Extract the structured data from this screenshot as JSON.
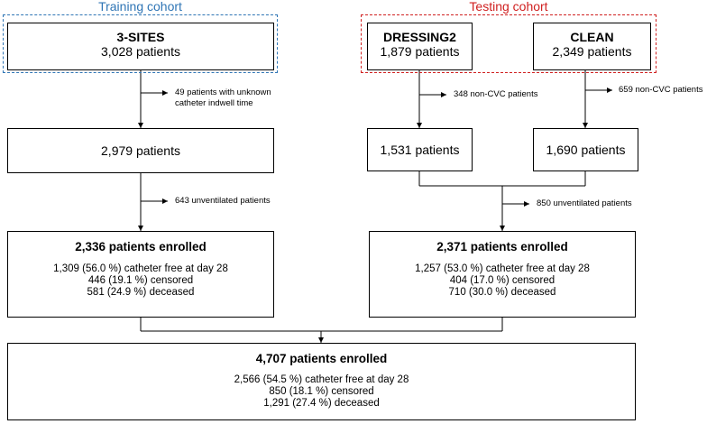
{
  "colors": {
    "training": "#2f75b5",
    "testing": "#d02020",
    "line": "#000000"
  },
  "cohorts": {
    "training_label": "Training cohort",
    "testing_label": "Testing cohort"
  },
  "training": {
    "source": {
      "name": "3-SITES",
      "count": "3,028 patients"
    },
    "exclusion1": {
      "line1": "49 patients with unknown",
      "line2": "catheter indwell time"
    },
    "after1": "2,979 patients",
    "exclusion2": "643 unventilated patients",
    "enrolled": {
      "title": "2,336 patients enrolled",
      "line1": "1,309 (56.0 %) catheter free at day 28",
      "line2": "446 (19.1 %) censored",
      "line3": "581 (24.9 %) deceased"
    }
  },
  "testing": {
    "dressing2": {
      "name": "DRESSING2",
      "count": "1,879 patients"
    },
    "clean": {
      "name": "CLEAN",
      "count": "2,349 patients"
    },
    "exclusion_dressing2": "348 non-CVC patients",
    "exclusion_clean": "659 non-CVC patients",
    "after_dressing2": "1,531 patients",
    "after_clean": "1,690 patients",
    "exclusion_merged": "850 unventilated patients",
    "enrolled": {
      "title": "2,371 patients enrolled",
      "line1": "1,257 (53.0 %) catheter free at day 28",
      "line2": "404 (17.0 %) censored",
      "line3": "710 (30.0 %) deceased"
    }
  },
  "total": {
    "title": "4,707 patients enrolled",
    "line1": "2,566 (54.5 %) catheter free at day 28",
    "line2": "850 (18.1 %) censored",
    "line3": "1,291 (27.4 %) deceased"
  }
}
